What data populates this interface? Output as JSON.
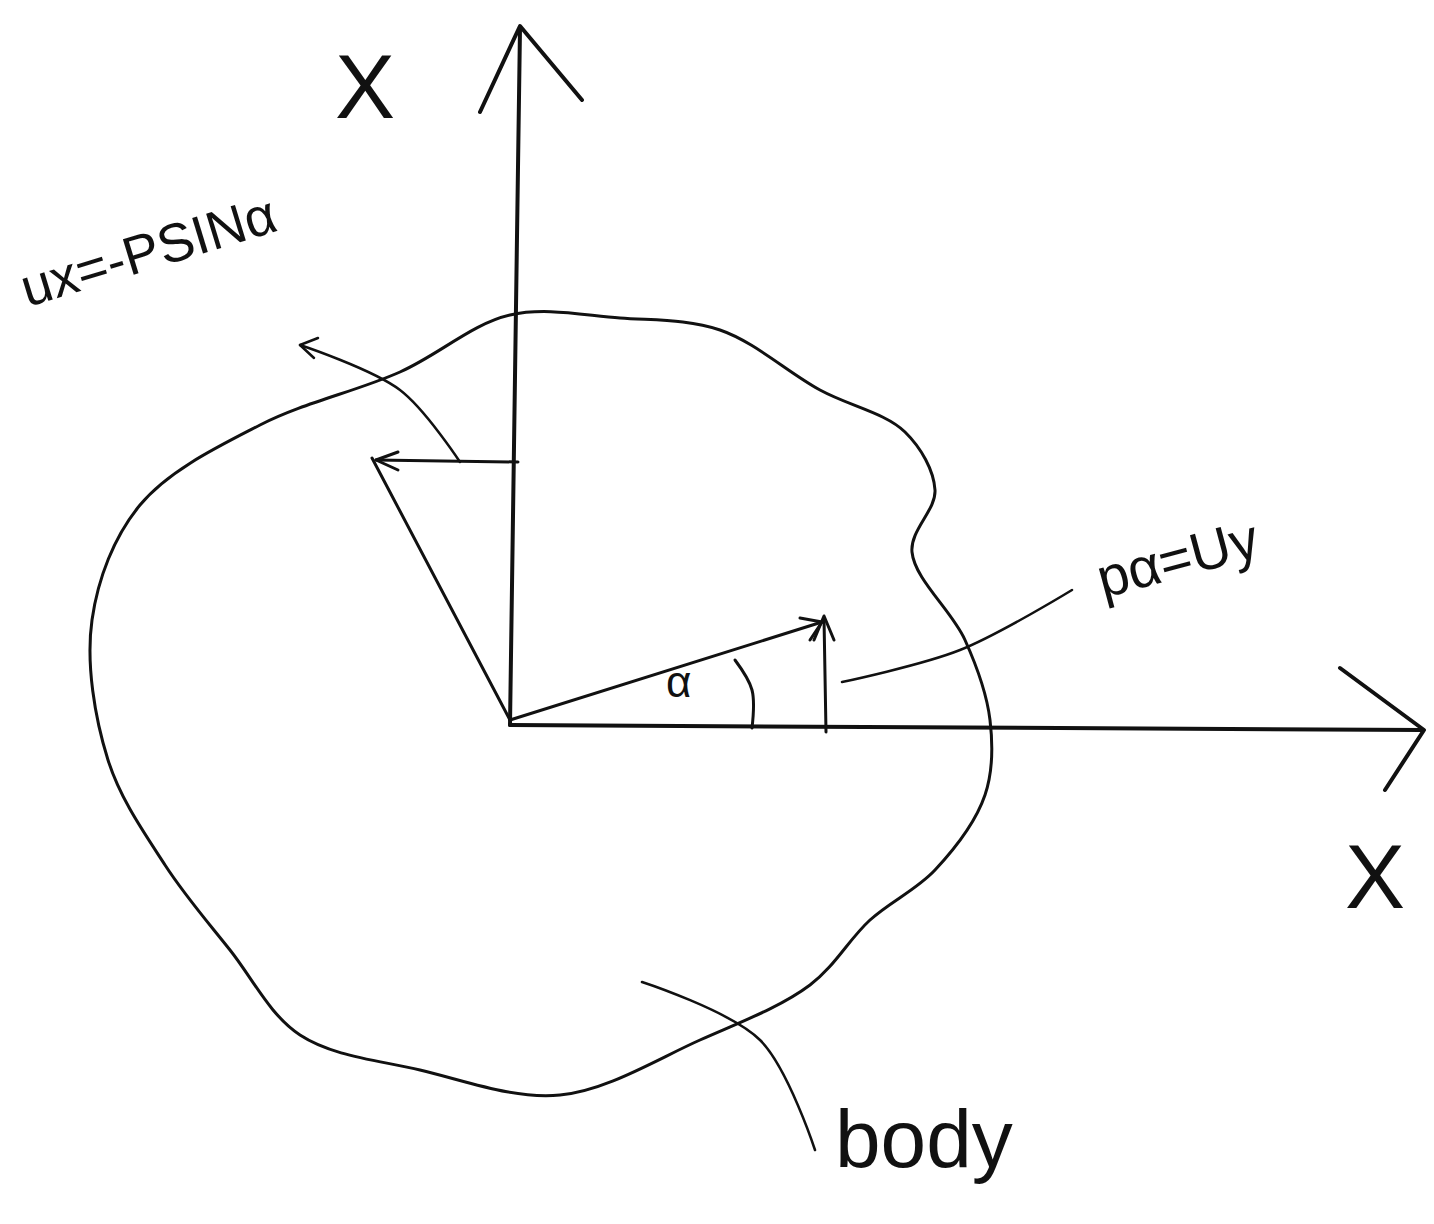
{
  "diagram": {
    "labels": [
      "X",
      "ux=-PSINα",
      "pα=Uy",
      "α",
      "X",
      "body"
    ]
  }
}
